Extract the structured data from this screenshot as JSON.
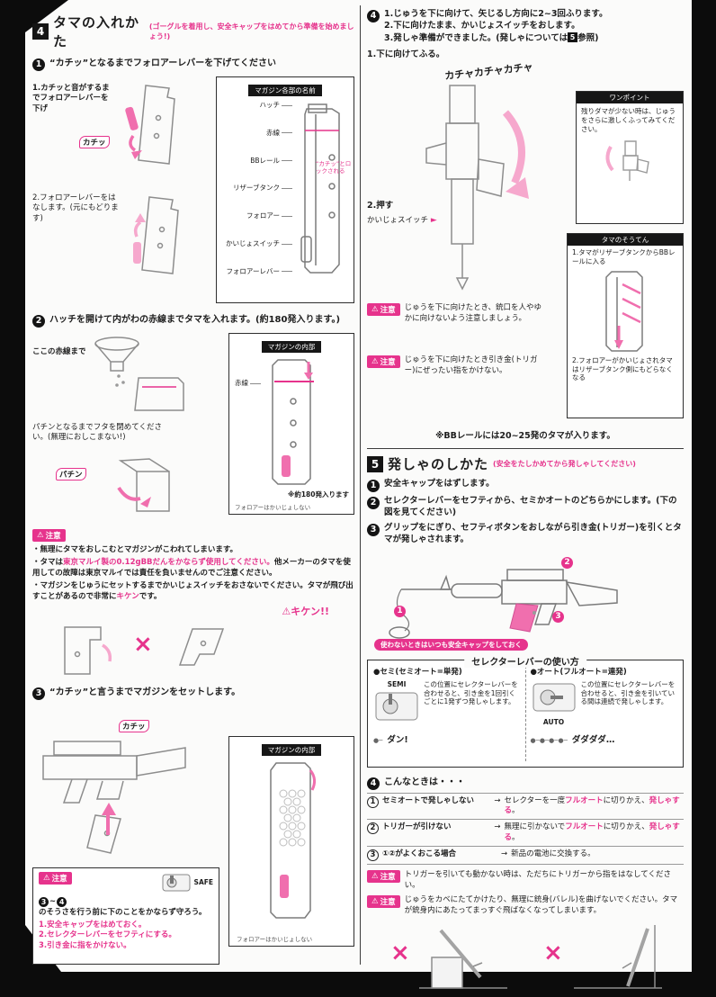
{
  "labels": {
    "caution": "注意",
    "danger": "キケン!!",
    "warning_icon": "⚠"
  },
  "left": {
    "section4": {
      "num": "4",
      "title": "タマの入れかた",
      "note": "(ゴーグルを着用し、安全キャップをはめてから準備を始めましょう!)"
    },
    "step1": {
      "num": "1",
      "text": "“カチッ”となるまでフォロアーレバーを下げてください",
      "fig1_caption": "1.カチッと音がするまでフォロアーレバーを下げ",
      "fig1_kachi": "カチッ",
      "fig2_caption": "2.フォロアーレバーをはなします。(元にもどります)",
      "parts_box_title": "マガジン各部の名前",
      "parts": [
        "ハッチ",
        "赤線",
        "BBレール",
        "リザーブタンク",
        "フォロアー",
        "かいじょスイッチ",
        "フォロアーレバー"
      ],
      "lock_note": "“カチッ”とロックされる"
    },
    "step2": {
      "num": "2",
      "text": "ハッチを開けて内がわの赤線までタマを入れます。(約180発入ります。)",
      "fig_caption": "ここの赤線まで",
      "close_caption": "パチンとなるまでフタを閉めてください。(無理におしこまない!)",
      "pachin": "パチン",
      "box_title": "マガジンの内部",
      "red_line_label": "赤線",
      "capacity_note": "※約180発入ります",
      "follower_note": "フォロアーはかいじょしない"
    },
    "caution1": {
      "item1": "・無理にタマをおしこむとマガジンがこわれてしまいます。",
      "item2_pre": "・タマは",
      "item2_pink": "東京マルイ製の0.12gBBだんをかならず使用してください。",
      "item2_post": "他メーカーのタマを使用しての故障は東京マルイでは責任を負いませんのでご注意ください。",
      "item3_pre": "・マガジンをじゅうにセットするまでかいじょスイッチをおさないでください。タマが飛び出すことがあるので非常に",
      "item3_pink": "キケン",
      "item3_post": "です。"
    },
    "step3": {
      "num": "3",
      "text": "“カチッ”と言うまでマガジンをセットします。",
      "kachi": "カチッ",
      "box_title": "マガジンの内部",
      "follower_note": "フォロアーはかいじょしない"
    },
    "caution2": {
      "safe_label": "SAFE",
      "c3": "3",
      "c4": "4",
      "intro_mid": "~",
      "intro_tail": "のそうさを行う前に下のことをかならず守ろう。",
      "rule1": "1.安全キャップをはめておく。",
      "rule2": "2.セレクターレバーをセフティにする。",
      "rule3": "3.引き金に指をかけない。"
    }
  },
  "right": {
    "step4": {
      "num": "4",
      "line1": "1.じゅうを下に向けて、矢じるし方向に2~3回ふります。",
      "line2": "2.下に向けたまま、かいじょスイッチをおします。",
      "line3_pre": "3.発しゃ準備ができました。(発しゃについては",
      "line3_ref": "5",
      "line3_post": "参照)",
      "fig1_caption": "1.下に向けてふる。",
      "kacha": "カチャカチャカチャ",
      "fig2_caption": "2.押す",
      "switch_label": "かいじょスイッチ",
      "onepoint_title": "ワンポイント",
      "onepoint_text": "残りダマが少ない時は、じゅうをさらに激しくふってみてください。",
      "loading_title": "タマのそうてん",
      "loading_text1": "1.タマがリザーブタンクからBBレールに入る",
      "loading_text2": "2.フォロアーがかいじょされタマはリザーブタンク側にもどらなくなる",
      "caution_a": "じゅうを下に向けたとき、銃口を人やゆかに向けないよう注意しましょう。",
      "caution_b": "じゅうを下に向けたとき引き金(トリガー)にぜったい指をかけない。",
      "bb_note": "※BBレールには20~25発のタマが入ります。"
    },
    "section5": {
      "num": "5",
      "title": "発しゃのしかた",
      "note": "(安全をたしかめてから発しゃしてください)",
      "s1_num": "1",
      "s2_num": "2",
      "s3_num": "3",
      "step1": "安全キャップをはずします。",
      "step2": "セレクターレバーをセフティから、セミかオートのどちらかにします。(下の図を見てください)",
      "step3": "グリップをにぎり、セフティボタンをおしながら引き金(トリガー)を引くとタマが発しゃされます。",
      "cap_band": "使わないときはいつも安全キャップをしておく",
      "callout1": "1",
      "callout2": "2",
      "callout3": "3"
    },
    "selector": {
      "title": "セレクターレバーの使い方",
      "semi_head": "●セミ(セミオート=単発)",
      "semi_label": "SEMI",
      "semi_text": "この位置にセレクターレバーを合わせると、引き金を1回引くごとに1発ずつ発しゃします。",
      "semi_dots": "●─",
      "semi_sound": "ダン!",
      "auto_head": "●オート(フルオート=連発)",
      "auto_label": "AUTO",
      "auto_text": "この位置にセレクターレバーを合わせると、引き金を引いている間は連続で発しゃします。",
      "auto_dots": "●─●─●─●─",
      "auto_sound": "ダダダダ…"
    },
    "troubleshoot": {
      "num": "4",
      "title": "こんなときは・・・",
      "rows": [
        {
          "n": "1",
          "problem": "セミオートで発しゃしない",
          "arrow": "→",
          "a": "セレクターを一度",
          "b": "フルオート",
          "c": "に切りかえ、",
          "d": "発しゃする",
          "e": "。"
        },
        {
          "n": "2",
          "problem": "トリガーが引けない",
          "arrow": "→",
          "a": "無理に引かないで",
          "b": "フルオート",
          "c": "に切りかえ、",
          "d": "発しゃする",
          "e": "。"
        },
        {
          "n": "3",
          "problem": "①②がよくおこる場合",
          "arrow": "→",
          "a": "新品の電池に交換する。",
          "b": "",
          "c": "",
          "d": "",
          "e": ""
        }
      ]
    },
    "caution3": {
      "text": "トリガーを引いても動かない時は、ただちにトリガーから指をはなしてください。"
    },
    "caution4": {
      "text": "じゅうをカベにたてかけたり、無理に銃身(バレル)を曲げないでください。タマが銃身内にあたってまっすぐ飛ばなくなってしまいます。"
    }
  }
}
